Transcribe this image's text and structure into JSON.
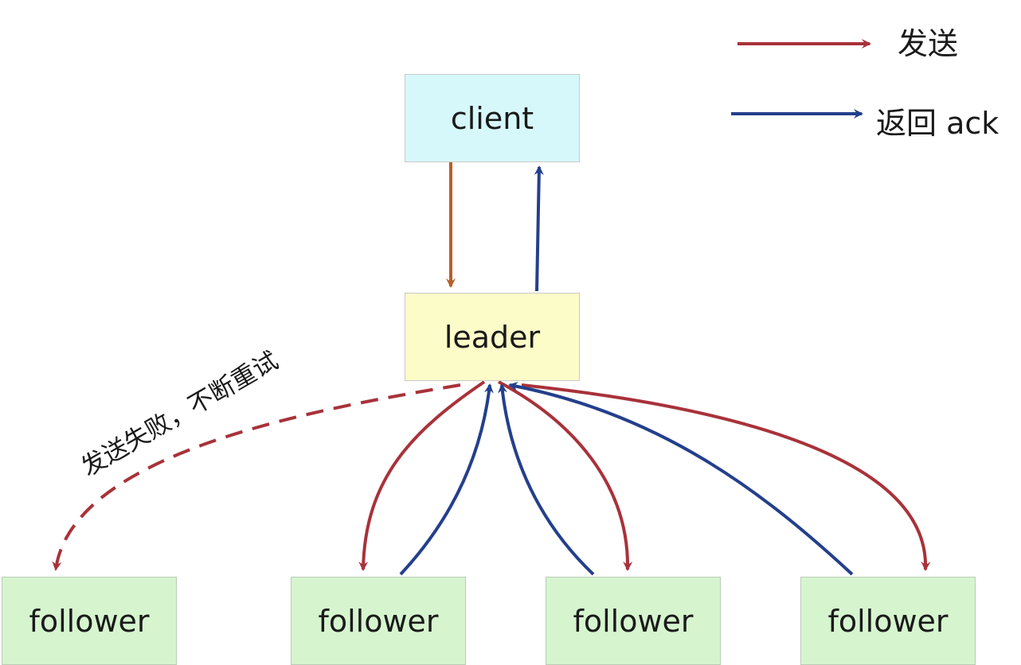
{
  "colors": {
    "send": "#a8323a",
    "ack": "#243f8c",
    "client_request": "#b5602a",
    "client_fill": "#d6f8fb",
    "leader_fill": "#fcfcc9",
    "follower_fill": "#d6f5cf"
  },
  "legend": {
    "send_label": "发送",
    "ack_label": "返回 ack"
  },
  "nodes": {
    "client": "client",
    "leader": "leader",
    "followers": [
      "follower",
      "follower",
      "follower",
      "follower"
    ]
  },
  "annotation": {
    "failed_send": "发送失败，不断重试"
  }
}
